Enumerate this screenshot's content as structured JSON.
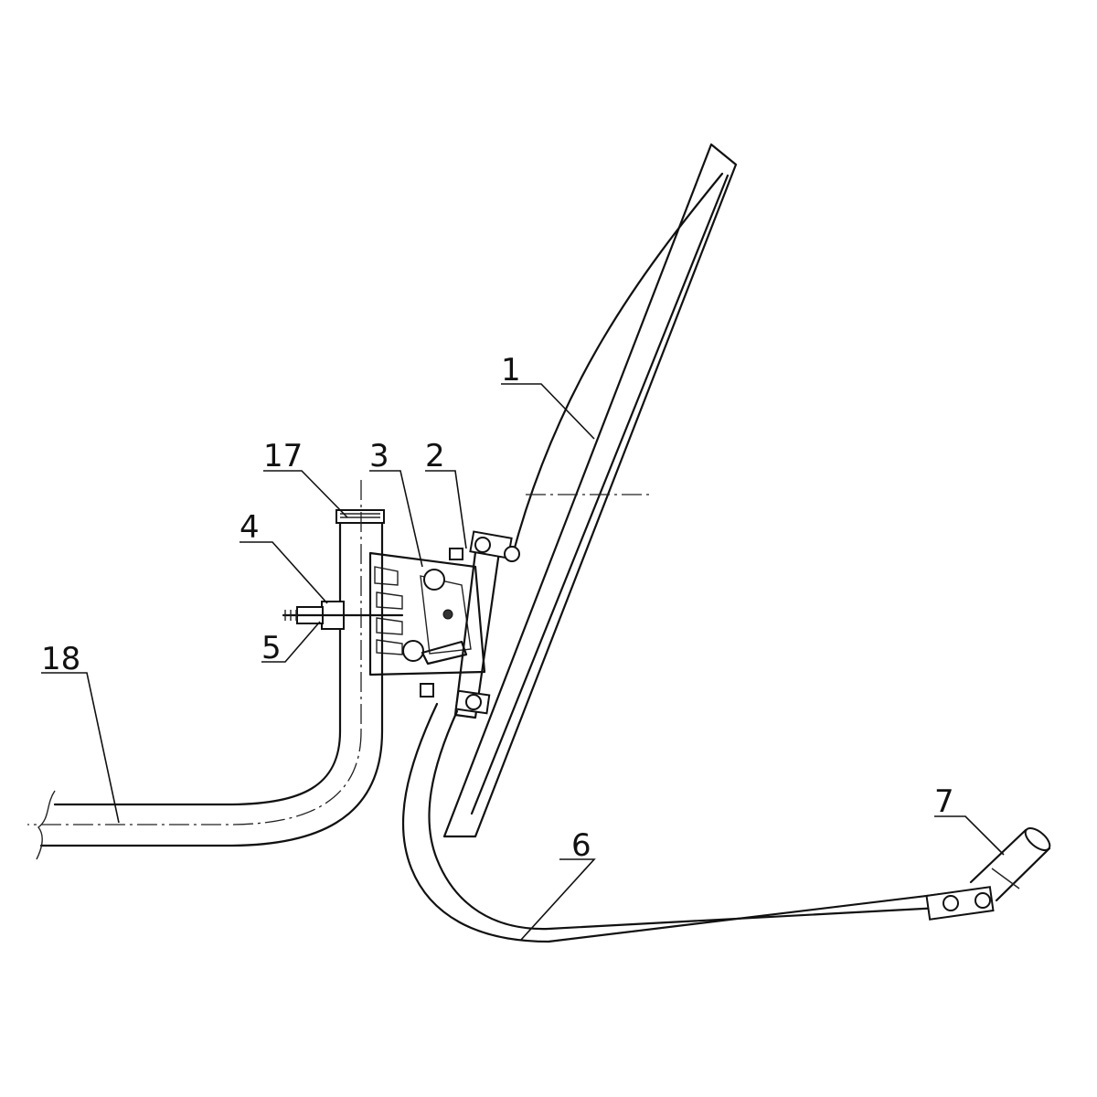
{
  "callouts": [
    {
      "id": "1",
      "label": "1"
    },
    {
      "id": "2",
      "label": "2"
    },
    {
      "id": "3",
      "label": "3"
    },
    {
      "id": "4",
      "label": "4"
    },
    {
      "id": "5",
      "label": "5"
    },
    {
      "id": "6",
      "label": "6"
    },
    {
      "id": "7",
      "label": "7"
    },
    {
      "id": "17",
      "label": "17"
    },
    {
      "id": "18",
      "label": "18"
    }
  ]
}
